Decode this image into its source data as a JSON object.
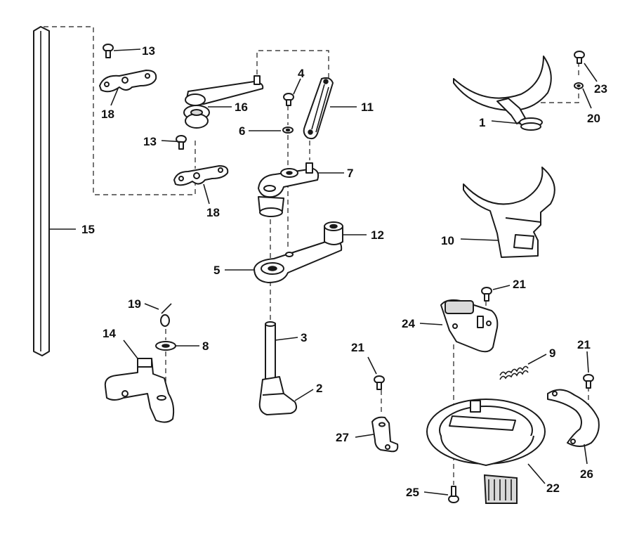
{
  "callouts": {
    "c1": "1",
    "c2": "2",
    "c3": "3",
    "c4": "4",
    "c5": "5",
    "c6": "6",
    "c7": "7",
    "c8": "8",
    "c9": "9",
    "c10": "10",
    "c11": "11",
    "c12": "12",
    "c13a": "13",
    "c13b": "13",
    "c14": "14",
    "c15": "15",
    "c16": "16",
    "c18a": "18",
    "c18b": "18",
    "c19": "19",
    "c20": "20",
    "c21a": "21",
    "c21b": "21",
    "c21c": "21",
    "c22": "22",
    "c23": "23",
    "c24": "24",
    "c25": "25",
    "c26": "26",
    "c27": "27"
  },
  "colors": {
    "ink": "#1a1a1a",
    "paper": "#ffffff"
  }
}
